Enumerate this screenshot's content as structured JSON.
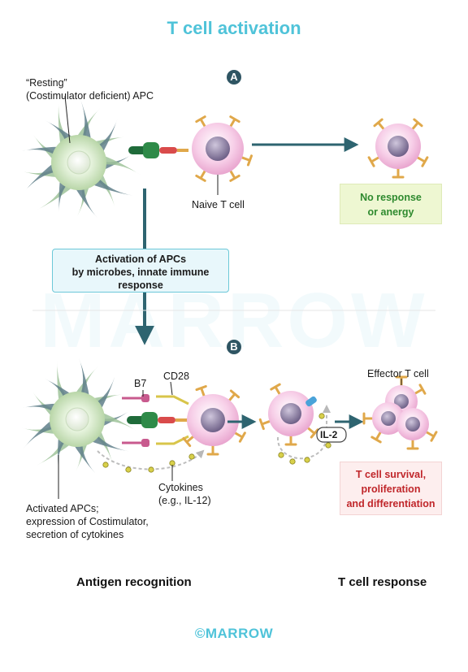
{
  "title": "T cell activation",
  "watermark": "MARROW",
  "panel_a": {
    "badge": "A",
    "apc_label_line1": "“Resting”",
    "apc_label_line2": "(Costimulator deficient) APC",
    "naive_label": "Naive T cell",
    "outcome_line1": "No response",
    "outcome_line2": "or anergy"
  },
  "activation_box": {
    "line1": "Activation of APCs",
    "line2": "by microbes, innate immune",
    "line3": "response"
  },
  "panel_b": {
    "badge": "B",
    "b7_label": "B7",
    "cd28_label": "CD28",
    "effector_label": "Effector T cell",
    "il2_label": "IL-2",
    "cytokines_line1": "Cytokines",
    "cytokines_line2": "(e.g., IL-12)",
    "apc_line1": "Activated APCs;",
    "apc_line2": "expression of Costimulator,",
    "apc_line3": "secretion of cytokines",
    "outcome_line1": "T cell survival,",
    "outcome_line2": "proliferation",
    "outcome_line3": "and differentiation"
  },
  "footer": {
    "left": "Antigen recognition",
    "right": "T cell response",
    "brand": "©MARROW"
  },
  "colors": {
    "title": "#4fc3d9",
    "arrow": "#2e6470",
    "apc_fill": "#dff0d6",
    "tcell_fill": "#f7cfe8",
    "nucleus": "#7d6f93",
    "receptor": "#e0a84a",
    "outcome_green": "#2f8a2f",
    "outcome_red": "#c0262a"
  }
}
